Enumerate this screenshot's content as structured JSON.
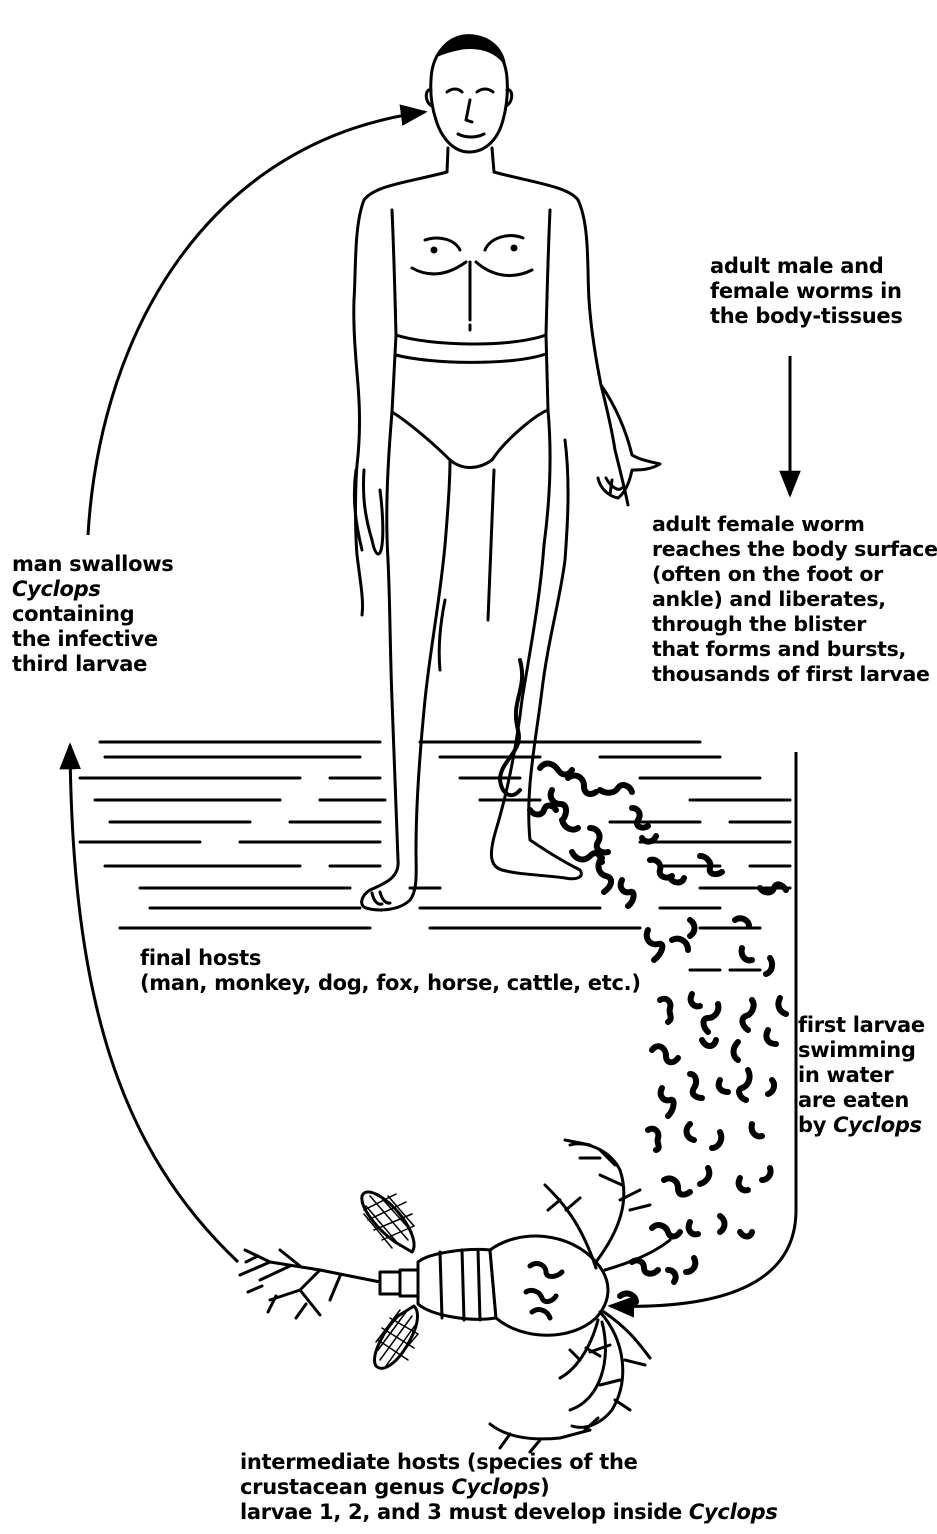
{
  "colors": {
    "ink": "#000000",
    "paper": "#ffffff"
  },
  "labels": {
    "adult_worms": [
      "adult  male and",
      "female worms in",
      "the body-tissues"
    ],
    "female_surface": [
      "adult female worm",
      "reaches the body surface",
      "(often on the foot or",
      "ankle) and liberates,",
      "through the blister",
      "that forms and bursts,",
      "thousands of first larvae"
    ],
    "man_swallows": {
      "line1": "man swallows",
      "line2": "Cyclops",
      "line3": "containing",
      "line4": "the infective",
      "line5": "third larvae"
    },
    "final_hosts": [
      "final hosts",
      "(man, monkey, dog, fox, horse, cattle, etc.)"
    ],
    "first_larvae": {
      "line1": "first larvae",
      "line2": "swimming",
      "line3": "in water",
      "line4": "are eaten",
      "line5_pre": "by ",
      "line5_italic": "Cyclops"
    },
    "intermediate": {
      "line1": "intermediate hosts (species of the",
      "line2_pre": "crustacean genus ",
      "line2_italic": "Cyclops",
      "line2_post": ")",
      "line3_pre": "larvae 1, 2, and 3 must develop inside ",
      "line3_italic": "Cyclops"
    }
  },
  "icons": [
    "human-figure-icon",
    "cyclops-crustacean-icon",
    "larva-icon",
    "water-surface-lines",
    "arrow-icon"
  ]
}
